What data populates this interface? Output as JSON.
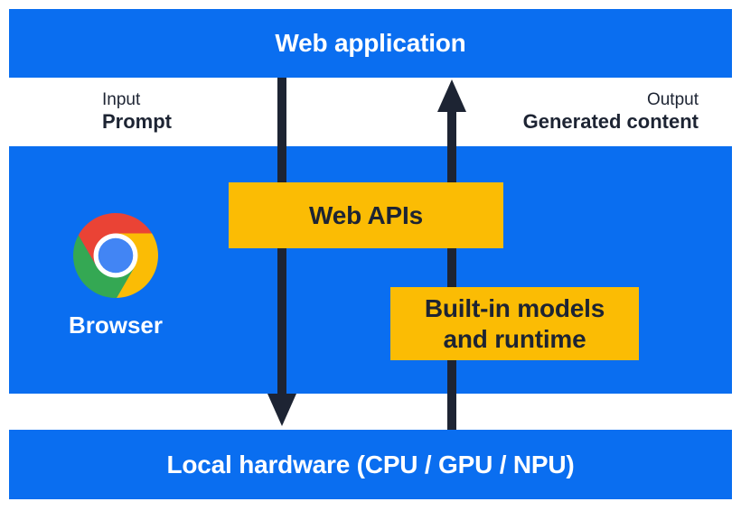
{
  "colors": {
    "blue": "#0A6EF0",
    "yellow": "#FBBC04",
    "dark": "#1D2433",
    "chrome-red": "#EA4335",
    "chrome-green": "#34A853",
    "chrome-yellow": "#FBBC05",
    "chrome-blue": "#4285F4"
  },
  "layers": {
    "web_application": "Web application",
    "local_hardware": "Local hardware (CPU / GPU / NPU)"
  },
  "io": {
    "input_label": "Input",
    "input_value": "Prompt",
    "output_label": "Output",
    "output_value": "Generated content"
  },
  "browser": {
    "label": "Browser",
    "icon": "chrome-icon"
  },
  "components": {
    "web_apis": "Web APIs",
    "builtin_models": "Built-in models and runtime"
  },
  "arrows": {
    "input_arrow": "down",
    "output_arrow": "up"
  }
}
